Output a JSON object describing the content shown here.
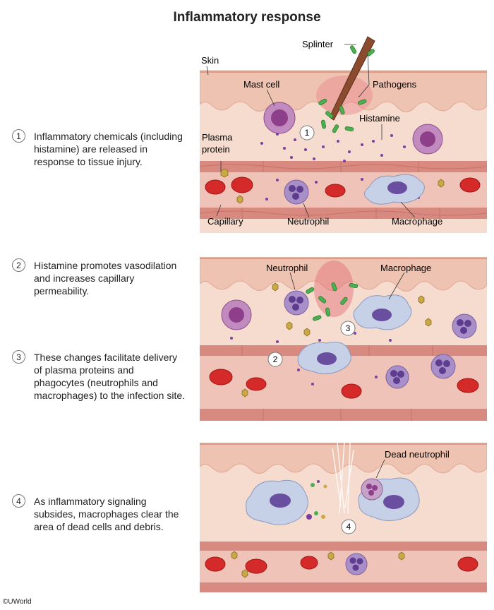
{
  "title": "Inflammatory response",
  "steps": [
    {
      "num": "1",
      "text": "Inflammatory chemicals (including histamine) are released in response to tissue injury."
    },
    {
      "num": "2",
      "text": "Histamine promotes vasodilation and increases capillary permeability."
    },
    {
      "num": "3",
      "text": "These changes facilitate delivery of plasma proteins and phagocytes (neutrophils and macrophages) to the infection site."
    },
    {
      "num": "4",
      "text": "As inflammatory signaling subsides, macrophages clear the area of dead cells and debris."
    }
  ],
  "panel1": {
    "labels": {
      "splinter": "Splinter",
      "skin": "Skin",
      "mast_cell": "Mast cell",
      "pathogens": "Pathogens",
      "histamine": "Histamine",
      "plasma_protein_1": "Plasma",
      "plasma_protein_2": "protein",
      "capillary": "Capillary",
      "neutrophil": "Neutrophil",
      "macrophage": "Macrophage"
    },
    "marker": "1"
  },
  "panel2": {
    "labels": {
      "neutrophil": "Neutrophil",
      "macrophage": "Macrophage"
    },
    "markers": [
      "3",
      "2"
    ]
  },
  "panel3": {
    "labels": {
      "dead_neutrophil": "Dead neutrophil"
    },
    "marker": "4"
  },
  "credit": "©UWorld",
  "colors": {
    "skin": "#f3cfc0",
    "epidermis": "#e9b8a8",
    "vessel": "#d6877d",
    "vessel_lumen": "#f0c2b8",
    "rbc": "#d42a2a",
    "mast_cell": "#b56aa8",
    "neutrophil": "#a98fc7",
    "macrophage": "#c6d0e6",
    "pathogen": "#4caf50",
    "histamine_dot": "#7b3fa0",
    "plasma_protein": "#c9a845"
  }
}
